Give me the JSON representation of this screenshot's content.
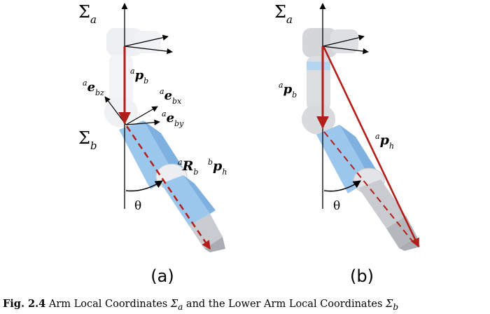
{
  "colors": {
    "arrow_red": "#b21f1a",
    "robot_blue": "#9cc7ec",
    "robot_white": "#eceef1",
    "robot_gray": "#c9cbd0",
    "axis_black": "#000000"
  },
  "panel_a": {
    "label": "(a)",
    "sigma_a": {
      "symbol": "Σ",
      "sub": "a"
    },
    "sigma_b": {
      "symbol": "Σ",
      "sub": "b"
    },
    "p_b": {
      "pre": "a",
      "main": "p",
      "sub": "b"
    },
    "e_bx": {
      "pre": "a",
      "main": "e",
      "sub": "bx"
    },
    "e_by": {
      "pre": "a",
      "main": "e",
      "sub": "by"
    },
    "e_bz": {
      "pre": "a",
      "main": "e",
      "sub": "bz"
    },
    "R_b": {
      "pre": "a",
      "main": "R",
      "sub": "b"
    },
    "p_h_local": {
      "pre": "b",
      "main": "p",
      "sub": "h"
    },
    "theta": "θ"
  },
  "panel_b": {
    "label": "(b)",
    "sigma_a": {
      "symbol": "Σ",
      "sub": "a"
    },
    "p_b": {
      "pre": "a",
      "main": "p",
      "sub": "b"
    },
    "p_h": {
      "pre": "a",
      "main": "p",
      "sub": "h"
    },
    "theta": "θ"
  },
  "caption": {
    "fig": "Fig. 2.4",
    "text1": " Arm Local Coordinates ",
    "sym1": "Σ",
    "sub1": "a",
    "text2": " and the Lower Arm Local Coordinates ",
    "sym2": "Σ",
    "sub2": "b"
  }
}
